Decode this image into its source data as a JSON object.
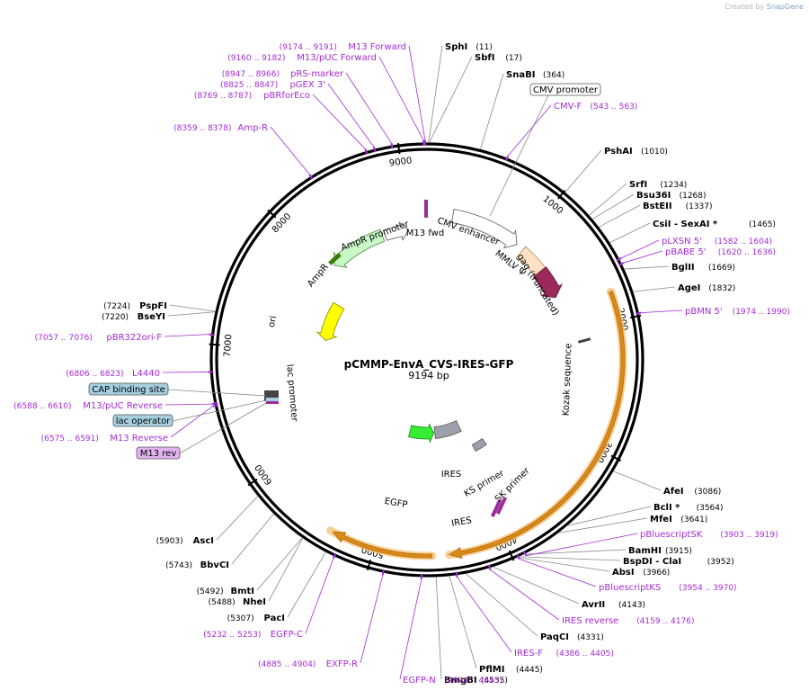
{
  "credit": {
    "prefix": "Created by",
    "brand": "SnapGene"
  },
  "plasmid": {
    "name": "pCMMP-EnvA_CVS-IRES-GFP",
    "length": "9194 bp",
    "total_bp": 9194
  },
  "ticks": [
    "1000",
    "2000",
    "3000",
    "4000",
    "5000",
    "6000",
    "7000",
    "8000",
    "9000"
  ],
  "sites": [
    {
      "name": "SphI",
      "pos": "(11)",
      "bp": 11
    },
    {
      "name": "SbfI",
      "pos": "(17)",
      "bp": 17
    },
    {
      "name": "SnaBI",
      "pos": "(364)",
      "bp": 364
    },
    {
      "name": "PshAI",
      "pos": "(1010)",
      "bp": 1010
    },
    {
      "name": "SrfI",
      "pos": "(1234)",
      "bp": 1234
    },
    {
      "name": "Bsu36I",
      "pos": "(1268)",
      "bp": 1268
    },
    {
      "name": "BstEII",
      "pos": "(1337)",
      "bp": 1337
    },
    {
      "name": "CsiI  - SexAI *",
      "pos": "(1465)",
      "bp": 1465
    },
    {
      "name": "BglII",
      "pos": "(1669)",
      "bp": 1669
    },
    {
      "name": "AgeI",
      "pos": "(1832)",
      "bp": 1832
    },
    {
      "name": "AfeI",
      "pos": "(3086)",
      "bp": 3086
    },
    {
      "name": "BclI *",
      "pos": "(3564)",
      "bp": 3564
    },
    {
      "name": "MfeI",
      "pos": "(3641)",
      "bp": 3641
    },
    {
      "name": "BamHI",
      "pos": "(3915)",
      "bp": 3915
    },
    {
      "name": "BspDI  - ClaI",
      "pos": "(3952)",
      "bp": 3952
    },
    {
      "name": "AbsI",
      "pos": "(3966)",
      "bp": 3966
    },
    {
      "name": "AvrII",
      "pos": "(4143)",
      "bp": 4143
    },
    {
      "name": "PaqCI",
      "pos": "(4331)",
      "bp": 4331
    },
    {
      "name": "PflMI",
      "pos": "(4445)",
      "bp": 4445
    },
    {
      "name": "BmgBI",
      "pos": "(4535)",
      "bp": 4535
    },
    {
      "name": "PacI",
      "pos": "(5307)",
      "bp": 5307
    },
    {
      "name": "NheI",
      "pos": "(5488)",
      "bp": 5488
    },
    {
      "name": "BmtI",
      "pos": "(5492)",
      "bp": 5492
    },
    {
      "name": "BbvCI",
      "pos": "(5743)",
      "bp": 5743
    },
    {
      "name": "AscI",
      "pos": "(5903)",
      "bp": 5903
    },
    {
      "name": "BseYI",
      "pos": "(7220)",
      "bp": 7220
    },
    {
      "name": "PspFI",
      "pos": "(7224)",
      "bp": 7224
    }
  ],
  "primers": [
    {
      "name": "M13 Forward",
      "pos": "(9174 .. 9191)",
      "bp": 9182
    },
    {
      "name": "M13/pUC Forward",
      "pos": "(9160 .. 9182)",
      "bp": 9171
    },
    {
      "name": "pRS-marker",
      "pos": "(8947 .. 8966)",
      "bp": 8956
    },
    {
      "name": "pGEX 3'",
      "pos": "(8825 .. 8847)",
      "bp": 8836
    },
    {
      "name": "pBRforEco",
      "pos": "(8769 .. 8787)",
      "bp": 8778
    },
    {
      "name": "Amp-R",
      "pos": "(8359 .. 8378)",
      "bp": 8368
    },
    {
      "name": "CMV-F",
      "pos": "(543 .. 563)",
      "bp": 553
    },
    {
      "name": "pLXSN 5'",
      "pos": "(1582 .. 1604)",
      "bp": 1593
    },
    {
      "name": "pBABE 5'",
      "pos": "(1620 .. 1636)",
      "bp": 1628
    },
    {
      "name": "pBMN 5'",
      "pos": "(1974 .. 1990)",
      "bp": 1982
    },
    {
      "name": "pBluescriptSK",
      "pos": "(3903 .. 3919)",
      "bp": 3911
    },
    {
      "name": "pBluescriptKS",
      "pos": "(3954 .. 3970)",
      "bp": 3962
    },
    {
      "name": "IRES reverse",
      "pos": "(4159 .. 4176)",
      "bp": 4167
    },
    {
      "name": "IRES-F",
      "pos": "(4386 .. 4405)",
      "bp": 4395
    },
    {
      "name": "EXFP-R",
      "pos": "(4885 .. 4904)",
      "bp": 4894
    },
    {
      "name": "EGFP-N",
      "pos": "(4624 .. 4645)",
      "bp": 4634
    },
    {
      "name": "EGFP-C",
      "pos": "(5232 .. 5253)",
      "bp": 5242
    },
    {
      "name": "L4440",
      "pos": "(6806 .. 6823)",
      "bp": 6814
    },
    {
      "name": "pBR322ori-F",
      "pos": "(7057 .. 7076)",
      "bp": 7066
    },
    {
      "name": "M13/pUC Reverse",
      "pos": "(6588 .. 6610)",
      "bp": 6599
    },
    {
      "name": "M13 Reverse",
      "pos": "(6575 .. 6591)",
      "bp": 6583
    }
  ],
  "boxed": [
    {
      "name": "CMV promoter",
      "fill": "#ffffff"
    },
    {
      "name": "CAP binding site",
      "fill": "#a6cfdf"
    },
    {
      "name": "lac operator",
      "fill": "#a6cfdf"
    },
    {
      "name": "M13 rev",
      "fill": "#e2b3f0"
    }
  ],
  "features": [
    {
      "name": "CMV enhancer",
      "color": "#ffffff"
    },
    {
      "name": "MMLV Ψ",
      "color": "#ffe2c4"
    },
    {
      "name": "gag (truncated)",
      "color": "#9b2a5c"
    },
    {
      "name": "Kozak sequence",
      "color": "#444444"
    },
    {
      "name": "AmpR promoter",
      "color": "#ffffff"
    },
    {
      "name": "AmpR",
      "color": "#c8f7c8"
    },
    {
      "name": "ori",
      "color": "#ffff00"
    },
    {
      "name": "lac promoter",
      "color": "#ffffff"
    },
    {
      "name": "M13 fwd",
      "color": "#9b2a9b"
    },
    {
      "name": "IRES",
      "color": "#9aa1aa"
    },
    {
      "name": "KS primer",
      "color": "#9b2a9b"
    },
    {
      "name": "SK primer",
      "color": "#9b2a9b"
    },
    {
      "name": "EGFP",
      "color": "#33ee33"
    }
  ],
  "colors": {
    "site": "#000000",
    "primer": "#a52ad6",
    "backbone": "#000000",
    "orf_highlight": "#f5c27a"
  }
}
